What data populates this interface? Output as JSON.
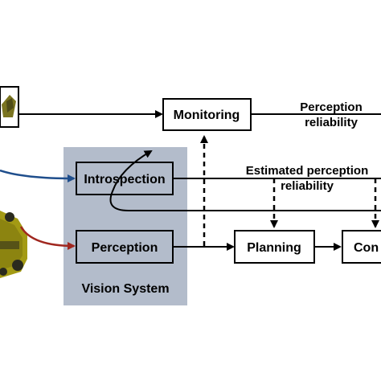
{
  "nodes": {
    "monitoring": "Monitoring",
    "introspection": "Introspection",
    "perception": "Perception",
    "planning": "Planning",
    "control_partial": "Con"
  },
  "group": {
    "vision_system": "Vision System",
    "fill_color": "#b3bccb"
  },
  "edge_labels": {
    "perception_reliability_line1": "Perception",
    "perception_reliability_line2": "reliability",
    "estimated_reliability_line1": "Estimated perception",
    "estimated_reliability_line2": "reliability"
  },
  "colors": {
    "blue_arrow": "#1f4e8c",
    "red_arrow": "#a0271f",
    "robot_body": "#a39a14",
    "robot_dark": "#2a2a1e"
  }
}
